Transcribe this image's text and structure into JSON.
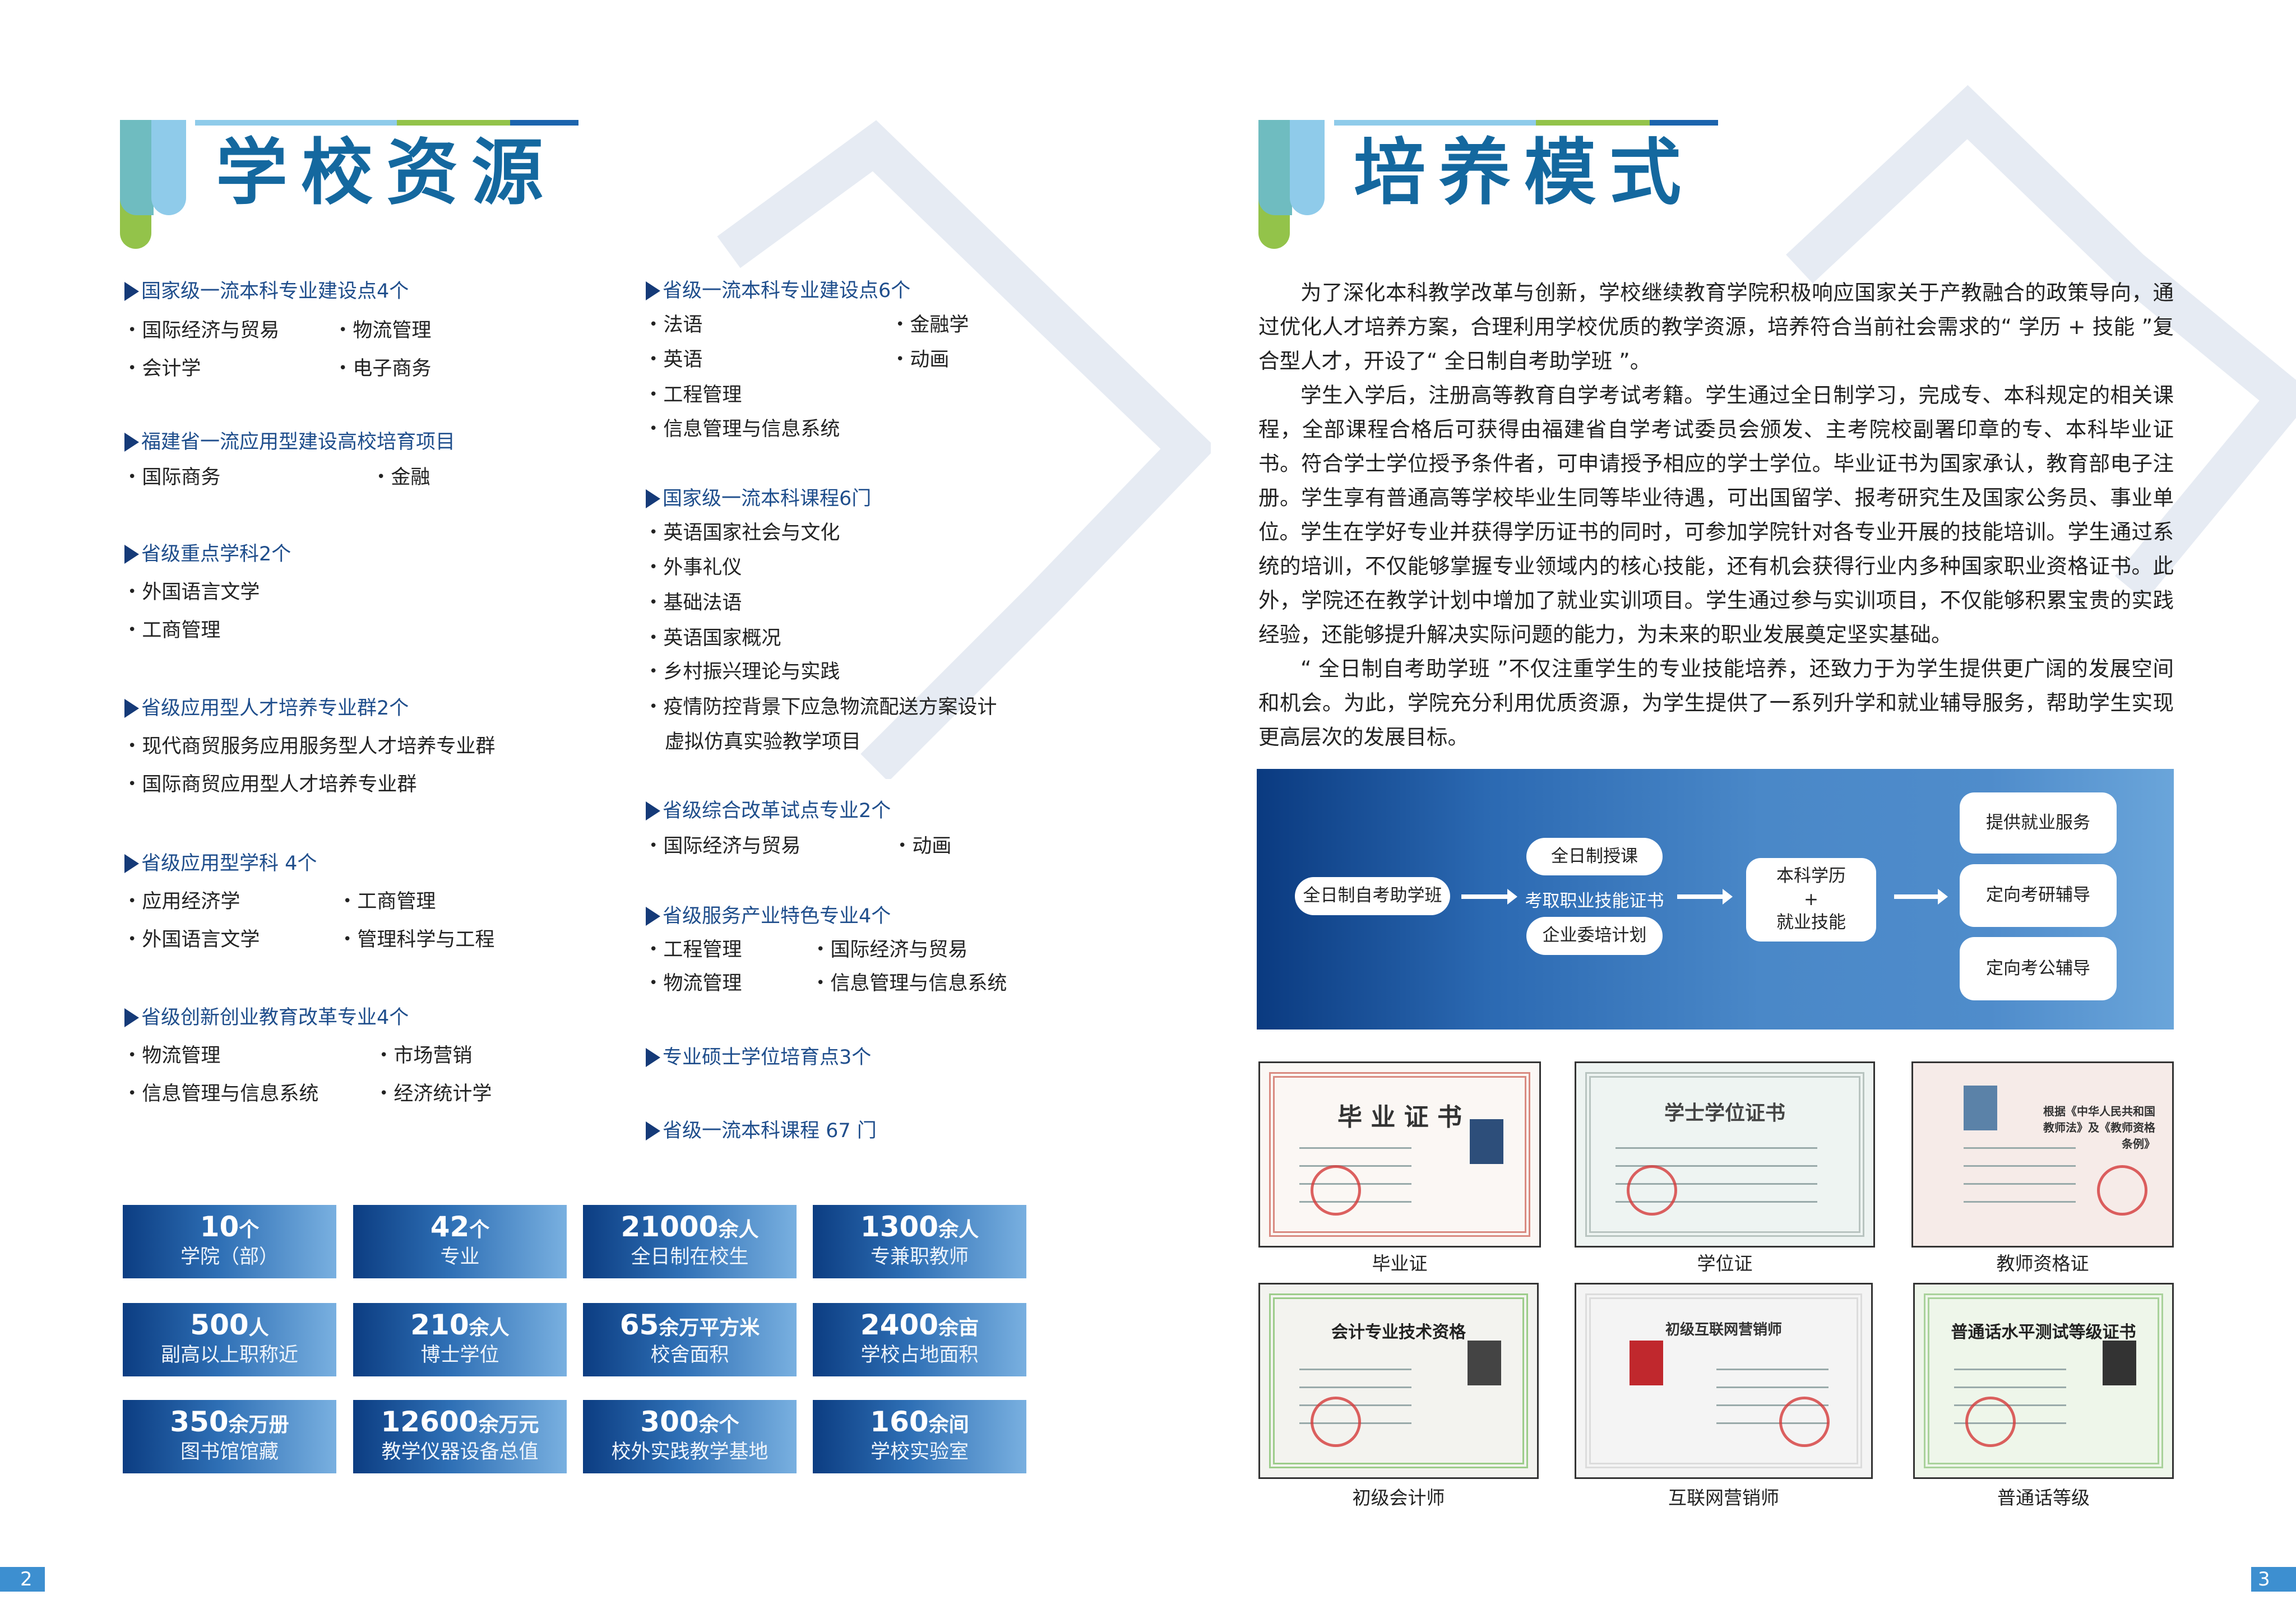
{
  "left_page": {
    "title": "学校资源",
    "page_number": "2",
    "sections_left": [
      {
        "heading": "国家级一流本科专业建设点4个",
        "items": [
          "国际经济与贸易",
          "物流管理",
          "会计学",
          "电子商务"
        ]
      },
      {
        "heading": "福建省一流应用型建设高校培育项目",
        "items": [
          "国际商务",
          "金融"
        ]
      },
      {
        "heading": "省级重点学科2个",
        "items": [
          "外国语言文学",
          "工商管理"
        ]
      },
      {
        "heading": "省级应用型人才培养专业群2个",
        "items": [
          "现代商贸服务应用服务型人才培养专业群",
          "国际商贸应用型人才培养专业群"
        ]
      },
      {
        "heading": "省级应用型学科 4个",
        "items": [
          "应用经济学",
          "工商管理",
          "外国语言文学",
          "管理科学与工程"
        ]
      },
      {
        "heading": "省级创新创业教育改革专业4个",
        "items": [
          "物流管理",
          "市场营销",
          "信息管理与信息系统",
          "经济统计学"
        ]
      }
    ],
    "sections_right": [
      {
        "heading": "省级一流本科专业建设点6个",
        "items": [
          "法语",
          "金融学",
          "英语",
          "动画",
          "工程管理",
          "信息管理与信息系统"
        ]
      },
      {
        "heading": "国家级一流本科课程6门",
        "items": [
          "英语国家社会与文化",
          "外事礼仪",
          "基础法语",
          "英语国家概况",
          "乡村振兴理论与实践",
          "疫情防控背景下应急物流配送方案设计",
          "虚拟仿真实验教学项目"
        ]
      },
      {
        "heading": "省级综合改革试点专业2个",
        "items": [
          "国际经济与贸易",
          "动画"
        ]
      },
      {
        "heading": "省级服务产业特色专业4个",
        "items": [
          "工程管理",
          "国际经济与贸易",
          "物流管理",
          "信息管理与信息系统"
        ]
      },
      {
        "heading": "专业硕士学位培育点3个",
        "items": []
      },
      {
        "heading": "省级一流本科课程 67 门",
        "items": []
      }
    ],
    "stats": [
      {
        "number": "10",
        "unit": "个",
        "label": "学院（部）"
      },
      {
        "number": "42",
        "unit": "个",
        "label": "专业"
      },
      {
        "number": "21000",
        "unit": "余人",
        "label": "全日制在校生"
      },
      {
        "number": "1300",
        "unit": "余人",
        "label": "专兼职教师"
      },
      {
        "number": "500",
        "unit": "人",
        "label": "副高以上职称近"
      },
      {
        "number": "210",
        "unit": "余人",
        "label": "博士学位"
      },
      {
        "number": "65",
        "unit": "余万平方米",
        "label": "校舍面积"
      },
      {
        "number": "2400",
        "unit": "余亩",
        "label": "学校占地面积"
      },
      {
        "number": "350",
        "unit": "余万册",
        "label": "图书馆馆藏"
      },
      {
        "number": "12600",
        "unit": "余万元",
        "label": "教学仪器设备总值"
      },
      {
        "number": "300",
        "unit": "余个",
        "label": "校外实践教学基地"
      },
      {
        "number": "160",
        "unit": "余间",
        "label": "学校实验室"
      }
    ]
  },
  "right_page": {
    "title": "培养模式",
    "page_number": "3",
    "paragraphs": [
      "为了深化本科教学改革与创新，学校继续教育学院积极响应国家关于产教融合的政策导向，通过优化人才培养方案，合理利用学校优质的教学资源，培养符合当前社会需求的“ 学历 + 技能 ”复合型人才，开设了“ 全日制自考助学班 ”。",
      "学生入学后，注册高等教育自学考试考籍。学生通过全日制学习，完成专、本科规定的相关课程，全部课程合格后可获得由福建省自学考试委员会颁发、主考院校副署印章的专、本科毕业证书。符合学士学位授予条件者，可申请授予相应的学士学位。毕业证书为国家承认，教育部电子注册。学生享有普通高等学校毕业生同等毕业待遇，可出国留学、报考研究生及国家公务员、事业单位。",
      "学生在学好专业并获得学历证书的同时，可参加学院针对各专业开展的技能培训。学生通过系统的培训，不仅能够掌握专业领域内的核心技能，还有机会获得行业内多种国家职业资格证书。此外，学院还在教学计划中增加了就业实训项目。学生通过参与实训项目，不仅能够积累宝贵的实践经验，还能够提升解决实际问题的能力，为未来的职业发展奠定坚实基础。",
      "“ 全日制自考助学班 ”不仅注重学生的专业技能培养，还致力于为学生提供更广阔的发展空间和机会。为此，学院充分利用优质资源，为学生提供了一系列升学和就业辅导服务，帮助学生实现更高层次的发展目标。"
    ],
    "flow": {
      "start": "全日制自考助学班",
      "middle_top": "全日制授课",
      "middle_text": "考取职业技能证书",
      "middle_bottom": "企业委培计划",
      "result_line1": "本科学历",
      "result_plus": "+",
      "result_line2": "就业技能",
      "outcomes": [
        "提供就业服务",
        "定向考研辅导",
        "定向考公辅导"
      ]
    },
    "certificates": [
      {
        "label": "毕业证",
        "title": "毕 业 证 书"
      },
      {
        "label": "学位证",
        "title": "学士学位证书"
      },
      {
        "label": "教师资格证",
        "title": "根据《中华人民共和国教师法》及《教师资格条例》"
      },
      {
        "label": "初级会计师",
        "title": "会计专业技术资格"
      },
      {
        "label": "互联网营销师",
        "title": "初级互联网营销师"
      },
      {
        "label": "普通话等级",
        "title": "普通话水平测试等级证书"
      }
    ]
  },
  "colors": {
    "title": "#14689f",
    "heading": "#1f4e8c",
    "accent_green": "#93c34a",
    "accent_light_blue": "#8fcbea",
    "dark_blue": "#0c3d82"
  }
}
